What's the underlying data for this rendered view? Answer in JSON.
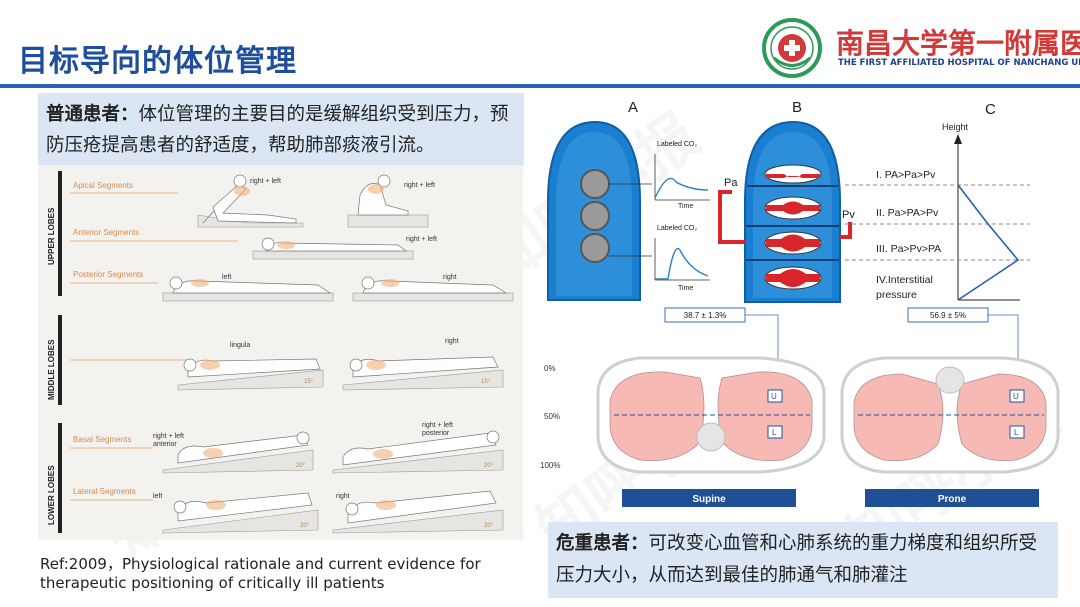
{
  "slide": {
    "title": "目标导向的体位管理"
  },
  "logo": {
    "name_cn": "南昌大学第一附属医院",
    "name_en": "THE FIRST AFFILIATED HOSPITAL OF NANCHANG UNIVERSITY",
    "brand_color": "#d23a3a"
  },
  "normal": {
    "label": "普通患者：",
    "text": "体位管理的主要目的是缓解组织受到压力，预防压疮提高患者的舒适度，帮助肺部痰液引流。"
  },
  "critical": {
    "label": "危重患者：",
    "text": "可改变心血管和心肺系统的重力梯度和组织所受压力大小，从而达到最佳的肺通气和肺灌注"
  },
  "reference": "Ref:2009，Physiological rationale and current evidence for therapeutic positioning of critically ill patients",
  "watermark": "知呼小报",
  "drainage": {
    "upper_lobes": "UPPER LOBES",
    "middle_lobes": "MIDDLE LOBES",
    "lower_lobes": "LOWER LOBES",
    "apical": "Apical Segments",
    "anterior": "Anterior Segments",
    "posterior": "Posterior Segments",
    "basal": "Basal Segments",
    "lateral": "Lateral Segments",
    "right_left": "right + left",
    "left": "left",
    "right": "right",
    "lingula": "lingula",
    "right_left_anterior": "right + left anterior",
    "right_left_posterior": "right + left posterior",
    "angle_15": "15°",
    "angle_20": "20°"
  },
  "zones": {
    "panel_a": "A",
    "panel_b": "B",
    "panel_c": "C",
    "labeled_co2": "Labeled CO₂",
    "time": "Time",
    "pa": "Pa",
    "pv": "Pv",
    "height": "Height",
    "zone1": "I. PA>Pa>Pv",
    "zone2": "II. Pa>PA>Pv",
    "zone3": "III. Pa>Pv>PA",
    "zone4": "IV.Interstitial pressure"
  },
  "ct": {
    "supine_value": "38.7 ± 1.3%",
    "prone_value": "56.9 ± 5%",
    "tick_0": "0%",
    "tick_50": "50%",
    "tick_100": "100%",
    "upper": "U",
    "lower": "L",
    "supine": "Supine",
    "prone": "Prone"
  }
}
